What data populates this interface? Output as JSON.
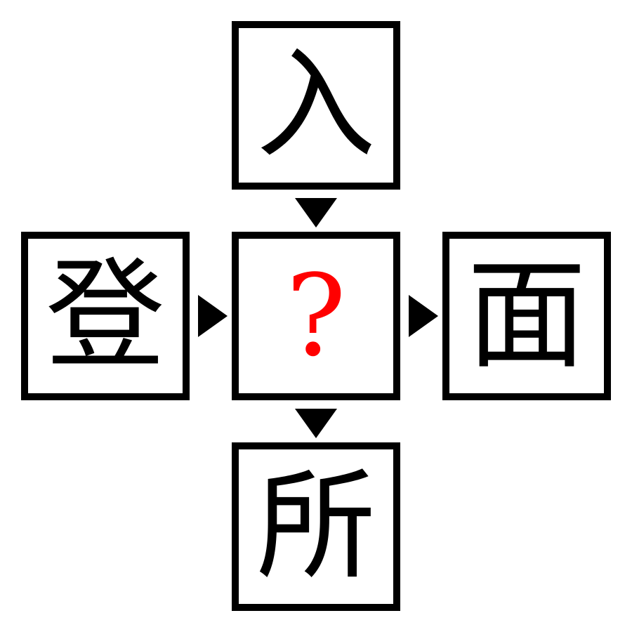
{
  "puzzle": {
    "top": "入",
    "left": "登",
    "center": "?",
    "right": "面",
    "bottom": "所"
  },
  "colors": {
    "border": "#000000",
    "question": "#ff0000"
  }
}
